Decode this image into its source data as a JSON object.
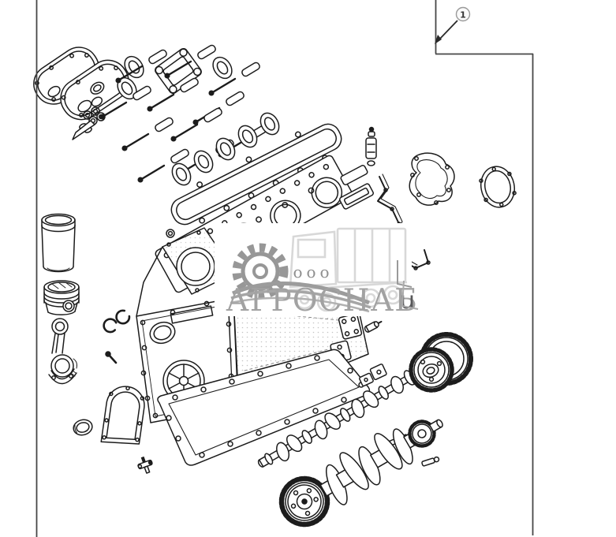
{
  "page": {
    "background": "#ffffff",
    "ink": "#1c1c1c",
    "frame_color": "#474747"
  },
  "callout": {
    "label": "1",
    "balloon_stroke": "#9a9a9a",
    "number_color": "#333333"
  },
  "watermark": {
    "prefix": "ooo",
    "name": "АГРОСНАБ",
    "suffix": "u",
    "prefix_color": "#8f8f8f",
    "text_color": "#a2a2a2",
    "suffix_color": "#58585a",
    "logo_color": "#979797",
    "truck_color": "#d8d8d8",
    "panel_color": "#ffffff"
  },
  "drawing": {
    "kind": "exploded-parts-view",
    "parts": [
      "cover-plate-gaskets",
      "small-oval-gaskets",
      "square-frame-gasket",
      "o-ring-set",
      "head-bolts",
      "port-gaskets",
      "valve-cover-gasket",
      "cylinder-head-gasket",
      "strip-gaskets",
      "injector-sleeve",
      "water-pump-gasket",
      "timing-cover-gasket",
      "rear-seal-housing-gasket",
      "cylinder-liner",
      "piston",
      "piston-pin-snap-rings",
      "connecting-rod",
      "rod-bolt",
      "cylinder-block",
      "front-cover-gasket",
      "cup-plug",
      "small-bracket",
      "oil-pan-gasket",
      "oil-line-fittings",
      "cam-follower",
      "small-plug",
      "camshaft",
      "camshaft-gear",
      "crankshaft",
      "crankshaft-damper"
    ]
  }
}
